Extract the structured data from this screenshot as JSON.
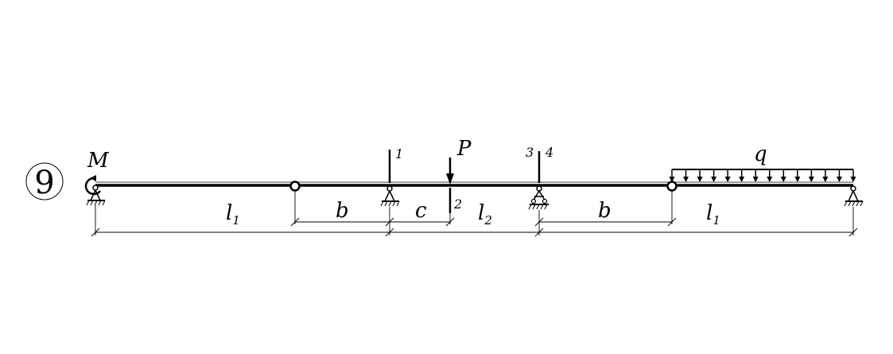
{
  "problem_number": "9",
  "loads": {
    "moment": "M",
    "force": "P",
    "distributed": "q"
  },
  "section_labels": [
    "1",
    "2",
    "3",
    "4"
  ],
  "dimensions": {
    "l1_left": {
      "base": "l",
      "sub": "1"
    },
    "b_left": "b",
    "c": "c",
    "l2": {
      "base": "l",
      "sub": "2"
    },
    "b_right": "b",
    "l1_right": {
      "base": "l",
      "sub": "1"
    }
  }
}
